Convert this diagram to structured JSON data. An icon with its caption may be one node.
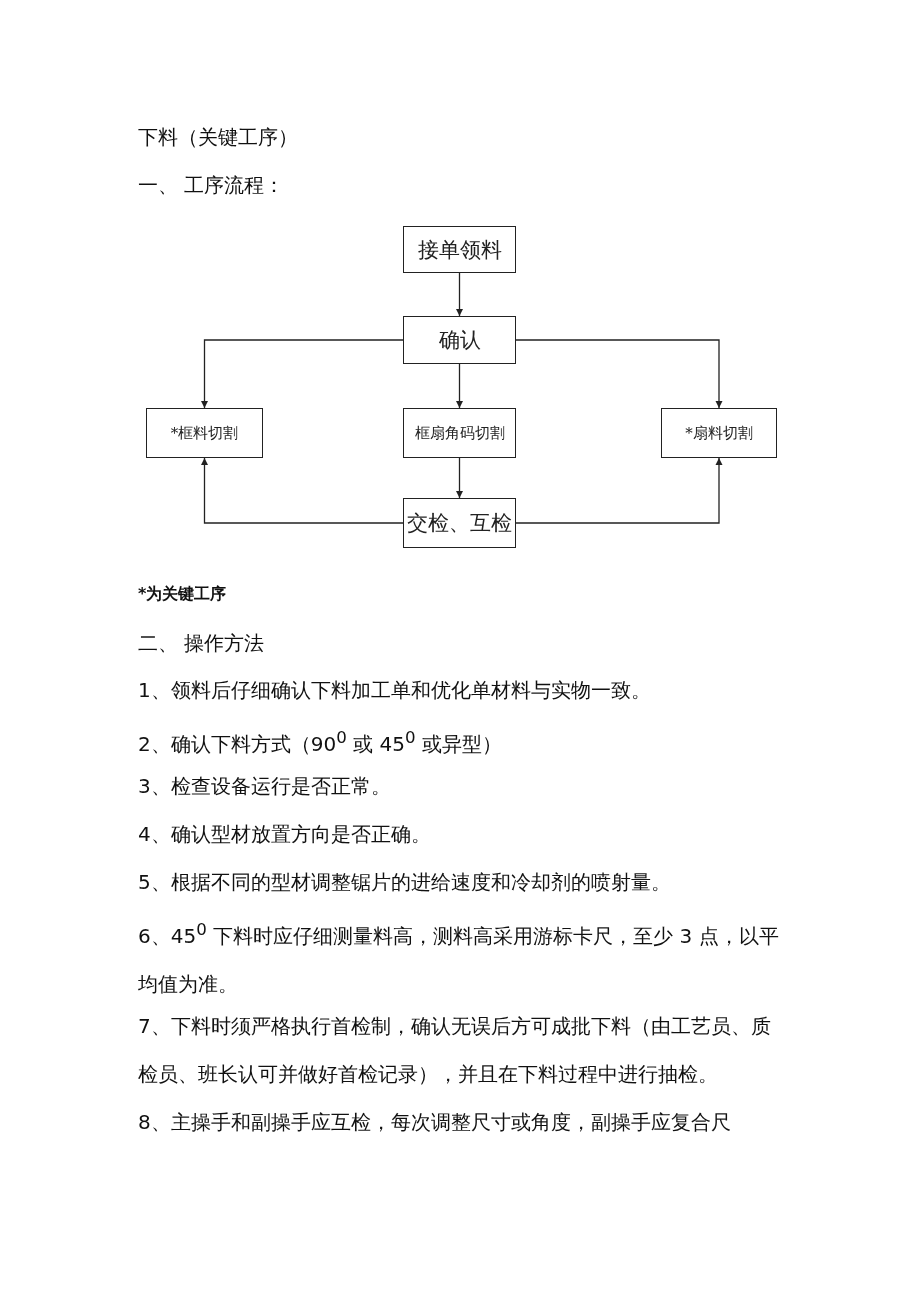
{
  "diagram": {
    "title": "下料（关键工序）",
    "nodes": [
      {
        "text": [
          "接单领料"
        ]
      },
      {
        "text": [
          "确认"
        ]
      },
      {
        "text": [
          "*框料切割"
        ]
      },
      {
        "text": [
          "框扇角码切割"
        ]
      },
      {
        "text": [
          "*扇料切割"
        ]
      },
      {
        "text": [
          "交检、互检"
        ]
      }
    ],
    "edges": [
      {
        "from": 0,
        "to": 1,
        "arrow": "to"
      },
      {
        "from": 1,
        "to": 2,
        "arrow": "to"
      },
      {
        "from": 1,
        "to": 3,
        "arrow": "to"
      },
      {
        "from": 1,
        "to": 4,
        "arrow": "to"
      },
      {
        "from": 3,
        "to": 5,
        "arrow": "to"
      },
      {
        "from": 5,
        "to": 2,
        "arrow": "to"
      },
      {
        "from": 5,
        "to": 4,
        "arrow": "to"
      }
    ],
    "labels": [
      "一、 工序流程：",
      "*为关键工序",
      "二、 操作方法",
      "1、领料后仔细确认下料加工单和优化单材料与实物一致。",
      "2、确认下料方式（90$^{0}$ 或 45$^{0}$ 或异型）",
      "3、检查设备运行是否正常。",
      "4、确认型材放置方向是否正确。",
      "5、根据不同的型材调整锯片的进给速度和冷却剂的喷射量。",
      "6、45$^{0}$ 下料时应仔细测量料高，测料高采用游标卡尺，至少 3 点，以平均值为准。",
      "7、下料时须严格执行首检制，确认无误后方可成批下料（由工艺员、质检员、班长认可并做好首检记录），并且在下料过程中进行抽检。",
      "8、主操手和副操手应互检，每次调整尺寸或角度，副操手应复合尺"
    ]
  }
}
